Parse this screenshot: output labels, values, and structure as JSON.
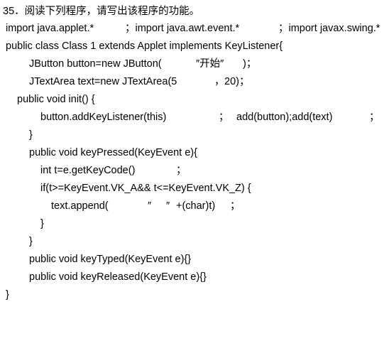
{
  "question": {
    "title": "35．阅读下列程序，请写出该程序的功能。"
  },
  "code": {
    "line1": {
      "a": "import java.applet.*",
      "b": "；import java.awt.event.*",
      "c": "；import javax.swing.*"
    },
    "line2": "public class Class 1 extends Applet implements KeyListener{",
    "line3": {
      "a": "JButton button=new JButton(",
      "b": "″开始″",
      "c": ")；"
    },
    "line4": {
      "a": "JTextArea text=new JTextArea(5",
      "b": "，",
      "c": "20)；"
    },
    "line5": "public void init() {",
    "line6": {
      "a": "button.addKeyListener(this)",
      "b": "；",
      "c": "add(button);add(text)",
      "d": "；"
    },
    "line7": "}",
    "line8": "public void keyPressed(KeyEvent e){",
    "line9": {
      "a": "int t=e.getKeyCode()",
      "b": "；"
    },
    "line10": "if(t>=KeyEvent.VK_A&& t<=KeyEvent.VK_Z) {",
    "line11": {
      "a": "text.append(",
      "b": "″",
      "c": "″",
      "d": "+(char)t)",
      "e": "；"
    },
    "line12": "}",
    "line13": "}",
    "line14": "public void keyTyped(KeyEvent e){}",
    "line15": "public void keyReleased(KeyEvent e){}",
    "line16": "}"
  }
}
